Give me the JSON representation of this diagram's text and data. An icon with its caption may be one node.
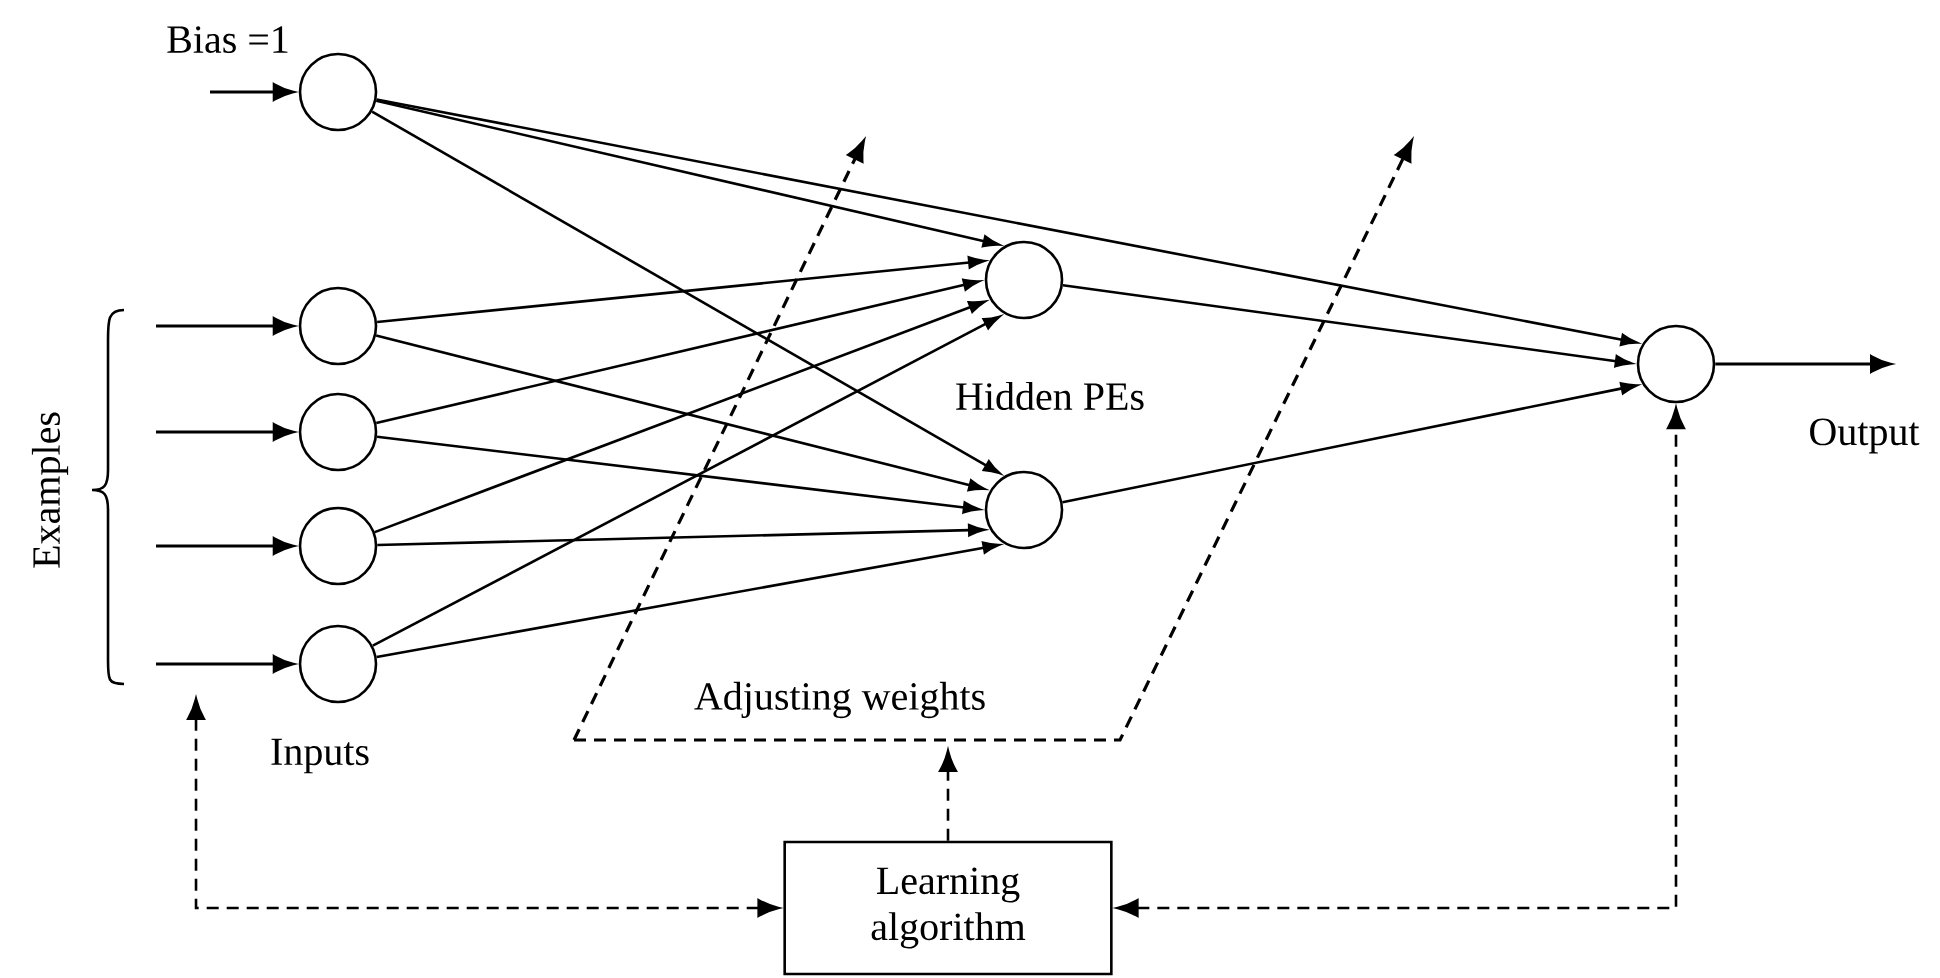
{
  "diagram": {
    "nodes": [
      {
        "text": [],
        "shape": "circle",
        "beside": [
          "Bias =1"
        ]
      },
      {
        "text": [],
        "shape": "circle"
      },
      {
        "text": [],
        "shape": "circle"
      },
      {
        "text": [],
        "shape": "circle"
      },
      {
        "text": [],
        "shape": "circle"
      },
      {
        "text": [],
        "shape": "circle"
      },
      {
        "text": [],
        "shape": "circle"
      },
      {
        "text": [],
        "shape": "circle"
      },
      {
        "text": [
          "Learning algorithm"
        ]
      }
    ],
    "edges": [
      {
        "from": null,
        "to": 0,
        "arrow": "to"
      },
      {
        "from": null,
        "to": 1,
        "arrow": "to"
      },
      {
        "from": null,
        "to": 2,
        "arrow": "to"
      },
      {
        "from": null,
        "to": 3,
        "arrow": "to"
      },
      {
        "from": null,
        "to": 4,
        "arrow": "to"
      },
      {
        "from": 0,
        "to": 5,
        "arrow": "to"
      },
      {
        "from": 0,
        "to": 6,
        "arrow": "to"
      },
      {
        "from": 0,
        "to": 7,
        "arrow": "to"
      },
      {
        "from": 1,
        "to": 5,
        "arrow": "to"
      },
      {
        "from": 1,
        "to": 6,
        "arrow": "to"
      },
      {
        "from": 2,
        "to": 5,
        "arrow": "to"
      },
      {
        "from": 2,
        "to": 6,
        "arrow": "to"
      },
      {
        "from": 3,
        "to": 5,
        "arrow": "to"
      },
      {
        "from": 3,
        "to": 6,
        "arrow": "to"
      },
      {
        "from": 4,
        "to": 5,
        "arrow": "to"
      },
      {
        "from": 4,
        "to": 6,
        "arrow": "to"
      },
      {
        "from": 5,
        "to": 7,
        "arrow": "to"
      },
      {
        "from": 6,
        "to": 7,
        "arrow": "to"
      },
      {
        "from": 7,
        "to": null,
        "arrow": "to"
      },
      {
        "from": 8,
        "to": null,
        "arrow": "both",
        "style": "dashed"
      },
      {
        "from": 8,
        "to": 7,
        "arrow": "both",
        "style": "dashed"
      },
      {
        "from": 8,
        "to": null,
        "arrow": "to",
        "style": "dashed"
      }
    ],
    "labels": [
      "Examples",
      "Hidden PEs",
      "Output",
      "Inputs",
      "Adjusting weights"
    ]
  }
}
